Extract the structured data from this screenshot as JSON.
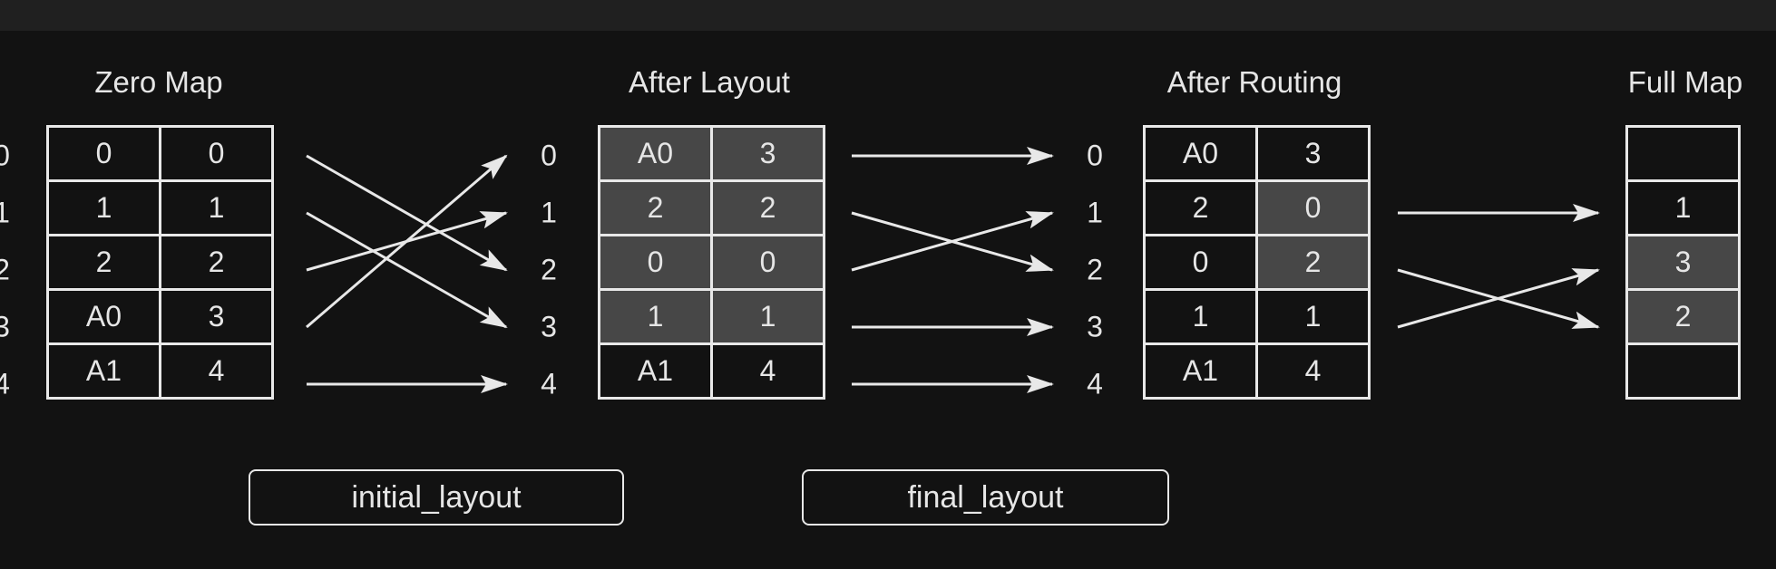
{
  "titles": {
    "zero_map": "Zero Map",
    "after_layout": "After Layout",
    "after_routing": "After Routing",
    "full_map": "Full Map"
  },
  "row_indices": [
    "0",
    "1",
    "2",
    "3",
    "4"
  ],
  "zero_map": [
    [
      "0",
      "0"
    ],
    [
      "1",
      "1"
    ],
    [
      "2",
      "2"
    ],
    [
      "A0",
      "3"
    ],
    [
      "A1",
      "4"
    ]
  ],
  "after_layout": [
    [
      "A0",
      "3"
    ],
    [
      "2",
      "2"
    ],
    [
      "0",
      "0"
    ],
    [
      "1",
      "1"
    ],
    [
      "A1",
      "4"
    ]
  ],
  "after_layout_highlight": [
    [
      true,
      true
    ],
    [
      true,
      true
    ],
    [
      true,
      true
    ],
    [
      true,
      true
    ],
    [
      false,
      false
    ]
  ],
  "after_routing": [
    [
      "A0",
      "3"
    ],
    [
      "2",
      "0"
    ],
    [
      "0",
      "2"
    ],
    [
      "1",
      "1"
    ],
    [
      "A1",
      "4"
    ]
  ],
  "after_routing_highlight": [
    [
      false,
      false
    ],
    [
      false,
      true
    ],
    [
      false,
      true
    ],
    [
      false,
      false
    ],
    [
      false,
      false
    ]
  ],
  "full_map": [
    "",
    "1",
    "3",
    "2",
    ""
  ],
  "full_map_highlight": [
    false,
    false,
    true,
    true,
    false
  ],
  "buttons": {
    "initial_layout": "initial_layout",
    "final_layout": "final_layout"
  },
  "colors": {
    "background": "#121212",
    "topbar": "#202020",
    "highlight_cell": "#474747",
    "line": "#e8e8e8"
  },
  "mappings": {
    "zero_to_after_layout": [
      [
        0,
        2
      ],
      [
        1,
        3
      ],
      [
        2,
        1
      ],
      [
        3,
        0
      ],
      [
        4,
        4
      ]
    ],
    "after_layout_to_after_routing": [
      [
        0,
        0
      ],
      [
        1,
        2
      ],
      [
        2,
        1
      ],
      [
        3,
        3
      ],
      [
        4,
        4
      ]
    ],
    "after_routing_to_full_map": [
      [
        1,
        1
      ],
      [
        2,
        3
      ],
      [
        3,
        2
      ]
    ]
  }
}
